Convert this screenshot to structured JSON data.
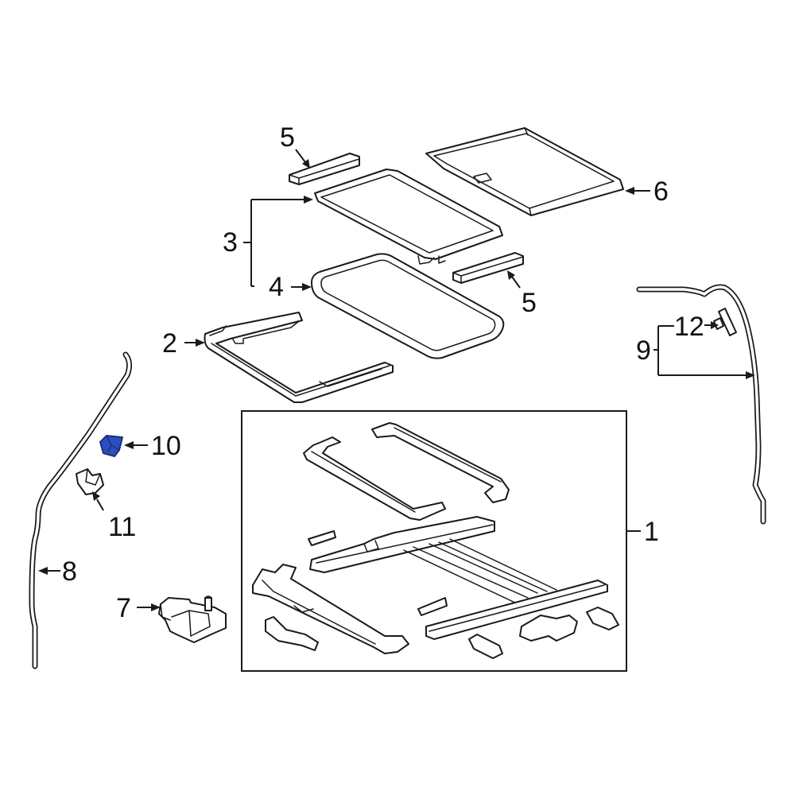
{
  "callouts": {
    "c1": "1",
    "c2": "2",
    "c3": "3",
    "c4": "4",
    "c5a": "5",
    "c5b": "5",
    "c6": "6",
    "c7": "7",
    "c8": "8",
    "c9": "9",
    "c10": "10",
    "c11": "11",
    "c12": "12"
  },
  "colors": {
    "line": "#1a1a1a",
    "highlight": "#2b4fbf",
    "highlight_dark": "#1b2f7a",
    "background": "#ffffff"
  },
  "highlighted_part": "10"
}
